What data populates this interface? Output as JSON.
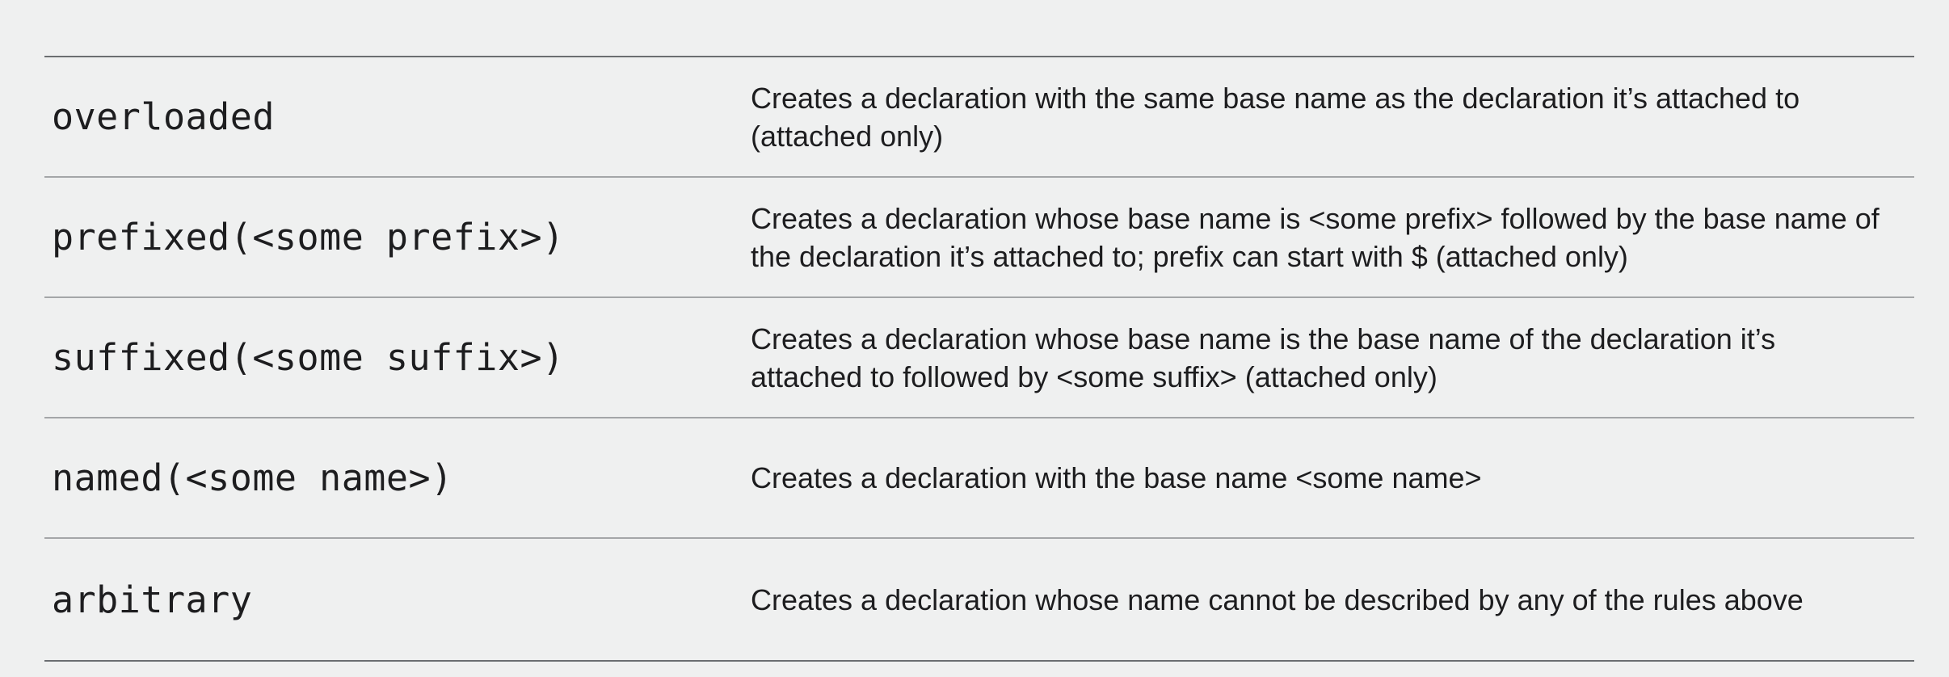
{
  "rows": [
    {
      "code": "overloaded",
      "description": "Creates a declaration with the same base name as the declaration it’s attached to (attached only)"
    },
    {
      "code": "prefixed(<some prefix>)",
      "description": "Creates a declaration whose base name is <some prefix> followed by the base name of the declaration it’s attached to; prefix can start with $ (attached only)"
    },
    {
      "code": "suffixed(<some suffix>)",
      "description": "Creates a declaration whose base name is the base name of the declaration it’s attached to followed by <some suffix> (attached only)"
    },
    {
      "code": "named(<some name>)",
      "description": "Creates a declaration with the base name <some name>"
    },
    {
      "code": "arbitrary",
      "description": "Creates a declaration whose name cannot be described by any of the rules above"
    }
  ]
}
